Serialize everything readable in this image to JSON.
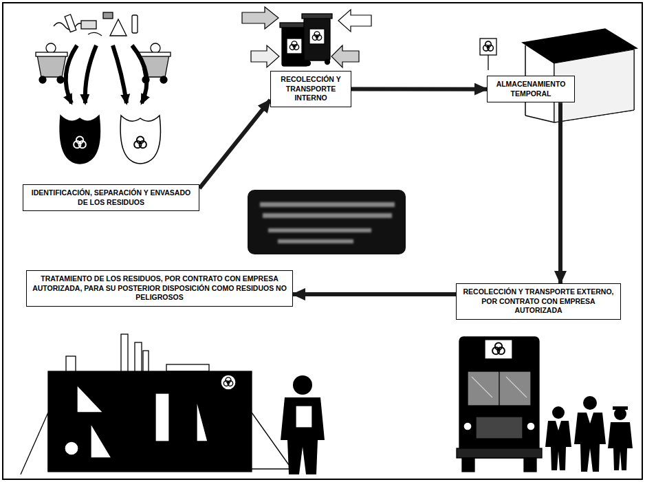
{
  "diagram": {
    "nodes": [
      {
        "text": [
          "IDENTIFICACIÓN, SEPARACIÓN Y ENVASADO DE LOS RESIDUOS"
        ]
      },
      {
        "text": [
          "RECOLECCIÓN Y TRANSPORTE INTERNO"
        ]
      },
      {
        "text": [
          "ALMACENAMIENTO TEMPORAL"
        ]
      },
      {
        "text": [
          "RECOLECCIÓN Y TRANSPORTE EXTERNO, POR CONTRATO CON EMPRESA AUTORIZADA"
        ]
      },
      {
        "text": [
          "TRATAMIENTO DE LOS RESIDUOS, POR CONTRATO CON EMPRESA AUTORIZADA, PARA SU POSTERIOR DISPOSICIÓN COMO RESIDUOS NO PELIGROSOS"
        ]
      }
    ],
    "edges": [
      {
        "from": 0,
        "to": 1,
        "arrow": "to"
      },
      {
        "from": 1,
        "to": 2,
        "arrow": "to"
      },
      {
        "from": 2,
        "to": 3,
        "arrow": "to"
      },
      {
        "from": 3,
        "to": 4,
        "arrow": "to"
      }
    ]
  }
}
